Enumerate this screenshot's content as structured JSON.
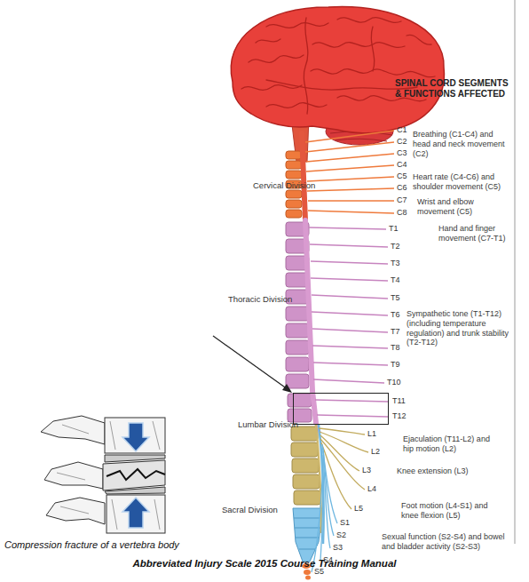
{
  "diagram": {
    "title": "SPINAL CORD SEGMENTS & FUNCTIONS AFFECTED",
    "caption": "Abbreviated Injury Scale 2015 Course Training Manual",
    "nodes": [
      {
        "text": [
          "T11",
          "T12"
        ]
      }
    ],
    "labels": [
      "C1",
      "C2",
      "C3",
      "C4",
      "C5",
      "C6",
      "C7",
      "C8",
      "T1",
      "T2",
      "T3",
      "T4",
      "T5",
      "T6",
      "T7",
      "T8",
      "T9",
      "T10",
      "L1",
      "L2",
      "L3",
      "L4",
      "L5",
      "S1",
      "S2",
      "S3",
      "S4",
      "S5",
      "Cervical Division",
      "Thoracic Division",
      "Lumbar Division",
      "Sacral Division",
      "Breathing (C1-C4) and head and neck movement (C2)",
      "Heart rate (C4-C6) and shoulder movement (C5)",
      "Wrist and elbow movement (C5)",
      "Hand and finger movement (C7-T1)",
      "Sympathetic tone (T1-T12) (including temperature regulation) and trunk stability (T2-T12)",
      "Ejaculation (T11-L2) and hip motion (L2)",
      "Knee extension (L3)",
      "Foot motion (L4-S1) and knee flexion (L5)",
      "Sexual function (S2-S4) and bowel and bladder activity (S2-S3)",
      "Compression fracture of a vertebra body"
    ]
  }
}
